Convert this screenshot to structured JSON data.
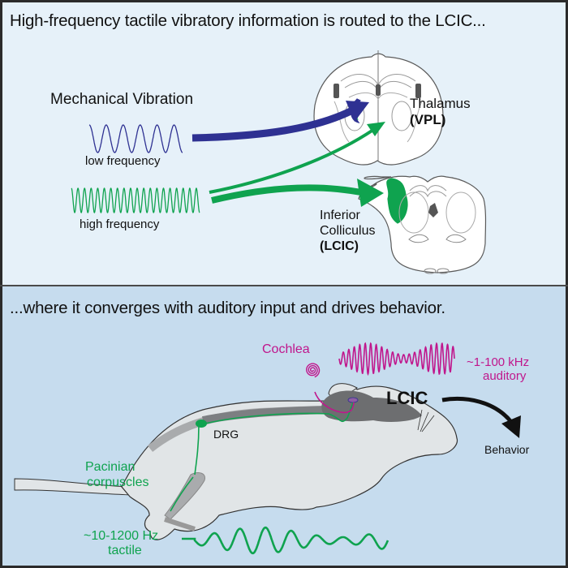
{
  "top_panel": {
    "heading": "High-frequency tactile vibratory information is routed to the LCIC...",
    "vibration_title": "Mechanical Vibration",
    "low_frequency_label": "low frequency",
    "high_frequency_label": "high frequency",
    "thalamus_label": "Thalamus",
    "vpl_label": "(VPL)",
    "ic_label_line1": "Inferior",
    "ic_label_line2": "Colliculus",
    "lcic_label": "(LCIC)"
  },
  "bottom_panel": {
    "heading": "...where it converges with auditory input and drives behavior.",
    "cochlea_label": "Cochlea",
    "auditory_range": "~1-100 kHz",
    "auditory_label": "auditory",
    "lcic_label": "LCIC",
    "behavior_label": "Behavior",
    "drg_label": "DRG",
    "pacinian_line1": "Pacinian",
    "pacinian_line2": "corpuscles",
    "tactile_range": "~10-1200 Hz",
    "tactile_label": "tactile"
  },
  "colors": {
    "low_frequency": "#2e3192",
    "high_frequency": "#0fa34f",
    "auditory": "#c0168c",
    "top_background": "#e6f1f9",
    "bottom_background": "#c6dcee",
    "mouse_body": "#e1e5e7",
    "brain_gray": "#6d6e70"
  }
}
